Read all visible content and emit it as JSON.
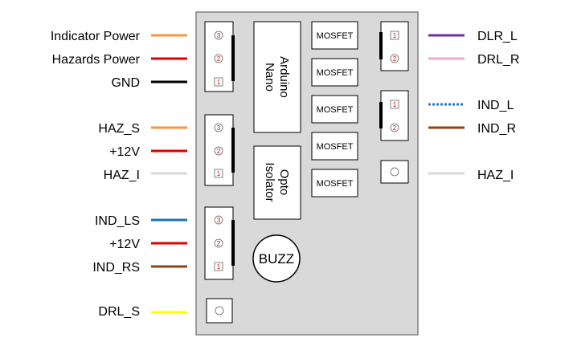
{
  "left_labels": [
    {
      "name": "indicator-power",
      "text": "Indicator Power",
      "color": "#f79646",
      "style": "solid"
    },
    {
      "name": "hazards-power",
      "text": "Hazards Power",
      "color": "#e00000",
      "style": "solid"
    },
    {
      "name": "gnd",
      "text": "GND",
      "color": "#000000",
      "style": "solid"
    },
    {
      "name": "haz-s",
      "text": "HAZ_S",
      "color": "#f79646",
      "style": "solid"
    },
    {
      "name": "plus12v-1",
      "text": "+12V",
      "color": "#e00000",
      "style": "solid"
    },
    {
      "name": "haz-i-left",
      "text": "HAZ_I",
      "color": "#d9d9d9",
      "style": "solid"
    },
    {
      "name": "ind-ls",
      "text": "IND_LS",
      "color": "#1f6fb5",
      "style": "solid"
    },
    {
      "name": "plus12v-2",
      "text": "+12V",
      "color": "#e00000",
      "style": "solid"
    },
    {
      "name": "ind-rs",
      "text": "IND_RS",
      "color": "#8b4513",
      "style": "solid"
    },
    {
      "name": "drl-s",
      "text": "DRL_S",
      "color": "#ffff00",
      "style": "solid"
    }
  ],
  "right_labels": [
    {
      "name": "dlr-l",
      "text": "DLR_L",
      "color": "#7030a0",
      "style": "solid"
    },
    {
      "name": "drl-r",
      "text": "DRL_R",
      "color": "#f4a6c8",
      "style": "solid"
    },
    {
      "name": "ind-l",
      "text": "IND_L",
      "color": "#2e75b6",
      "style": "dotted"
    },
    {
      "name": "ind-r",
      "text": "IND_R",
      "color": "#8b4513",
      "style": "solid"
    },
    {
      "name": "haz-i-right",
      "text": "HAZ_I",
      "color": "#d9d9d9",
      "style": "solid"
    }
  ],
  "left_connectors": [
    {
      "pins": [
        "3",
        "2",
        "1"
      ]
    },
    {
      "pins": [
        "3",
        "2",
        "1"
      ]
    },
    {
      "pins": [
        "3",
        "2",
        "1"
      ]
    }
  ],
  "right_connectors": [
    {
      "pins": [
        "1",
        "2"
      ]
    },
    {
      "pins": [
        "1",
        "2"
      ]
    }
  ],
  "components": {
    "arduino": {
      "line1": "Arduino",
      "line2": "Nano"
    },
    "opto": {
      "line1": "Opto",
      "line2": "Isolator"
    },
    "buzzer": "BUZZ",
    "mosfets": [
      "MOSFET",
      "MOSFET",
      "MOSFET",
      "MOSFET",
      "MOSFET"
    ]
  },
  "colors": {
    "board_fill": "#d9d9d9",
    "board_stroke": "#808080",
    "pin_number": "#e00000"
  }
}
